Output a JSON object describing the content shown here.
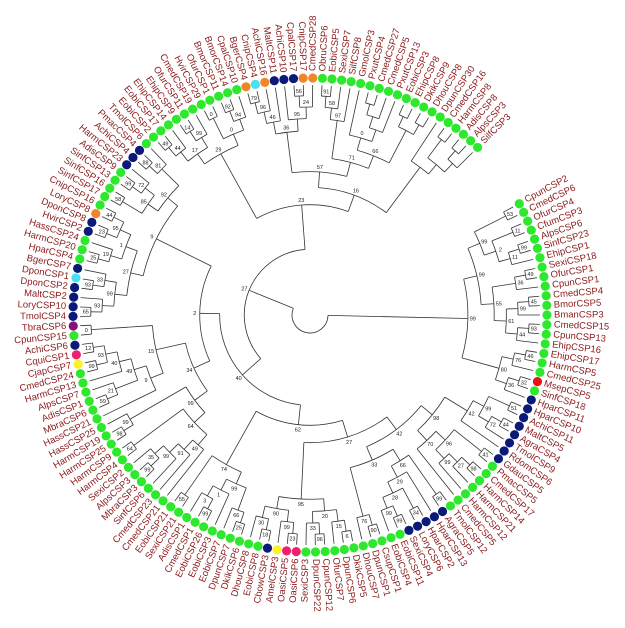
{
  "diagram": {
    "type": "circular-phylogenetic-tree",
    "palette": {
      "g": "#2ee82e",
      "n": "#0b1a78",
      "o": "#f0862a",
      "c": "#46e2f2",
      "p": "#f02070",
      "y": "#fff028",
      "u": "#84107e",
      "r": "#e81414"
    },
    "label_color": "#8b1a1a",
    "leaves": [
      {
        "label": "CpunCSP2",
        "color": "g"
      },
      {
        "label": "CmedCSP6",
        "color": "g"
      },
      {
        "label": "OfurCSP4",
        "color": "g"
      },
      {
        "label": "CfumCSP3",
        "color": "g"
      },
      {
        "label": "AlpsCSP6",
        "color": "g"
      },
      {
        "label": "SinfCSP23",
        "color": "g"
      },
      {
        "label": "EhipCSP1",
        "color": "g"
      },
      {
        "label": "SexiCSP18",
        "color": "g"
      },
      {
        "label": "OfurCSP1",
        "color": "g"
      },
      {
        "label": "CpunCSP1",
        "color": "g"
      },
      {
        "label": "CmedCSP4",
        "color": "g"
      },
      {
        "label": "BmorCSP5",
        "color": "g"
      },
      {
        "label": "BmanCSP3",
        "color": "g"
      },
      {
        "label": "CmedCSP15",
        "color": "g"
      },
      {
        "label": "CpunCSP13",
        "color": "g"
      },
      {
        "label": "EhipCSP16",
        "color": "g"
      },
      {
        "label": "EhipCSP17",
        "color": "g"
      },
      {
        "label": "HarmCSP5",
        "color": "g"
      },
      {
        "label": "CmedCSP25",
        "color": "g"
      },
      {
        "label": "MsepCSP5",
        "color": "r"
      },
      {
        "label": "SinfCSP18",
        "color": "g"
      },
      {
        "label": "HparCSP11",
        "color": "n"
      },
      {
        "label": "HparCSP10",
        "color": "n"
      },
      {
        "label": "AchiCSP11",
        "color": "n"
      },
      {
        "label": "MaltCSP5",
        "color": "n"
      },
      {
        "label": "AgraCSP4",
        "color": "n"
      },
      {
        "label": "TmolCSP9",
        "color": "n"
      },
      {
        "label": "RdomCSP6",
        "color": "n"
      },
      {
        "label": "GdauCSP5",
        "color": "n"
      },
      {
        "label": "PmacCSP5",
        "color": "g"
      },
      {
        "label": "CmedCSP17",
        "color": "g"
      },
      {
        "label": "HarmCSP14",
        "color": "g"
      },
      {
        "label": "HarmCSP21",
        "color": "g"
      },
      {
        "label": "HarmCSP12",
        "color": "g"
      },
      {
        "label": "CmedCSP5",
        "color": "g"
      },
      {
        "label": "TmolCSP12",
        "color": "g"
      },
      {
        "label": "AgraCSP5",
        "color": "n"
      },
      {
        "label": "HparCSP13",
        "color": "n"
      },
      {
        "label": "HparCSP2",
        "color": "n"
      },
      {
        "label": "LoryCSP6",
        "color": "n"
      },
      {
        "label": "SexiCSP4",
        "color": "n"
      },
      {
        "label": "EobiCSP11",
        "color": "g"
      },
      {
        "label": "EobiCSP4",
        "color": "g"
      },
      {
        "label": "CsupCSP1",
        "color": "g"
      },
      {
        "label": "DpunCSP1",
        "color": "g"
      },
      {
        "label": "DhouCSP7",
        "color": "g"
      },
      {
        "label": "DkikCSP5",
        "color": "g"
      },
      {
        "label": "DpunCSP6",
        "color": "g"
      },
      {
        "label": "OfurCSP7",
        "color": "g"
      },
      {
        "label": "CpunCSP12",
        "color": "g"
      },
      {
        "label": "DpunCSP22",
        "color": "g"
      },
      {
        "label": "SexiCSP3",
        "color": "g"
      },
      {
        "label": "OasiCSP6",
        "color": "p"
      },
      {
        "label": "OasiCSP5",
        "color": "p"
      },
      {
        "label": "AmelCSP3",
        "color": "y"
      },
      {
        "label": "CbowCSP3",
        "color": "n"
      },
      {
        "label": "EobiCSP8",
        "color": "g"
      },
      {
        "label": "DhouCSP8",
        "color": "g"
      },
      {
        "label": "DkikCSP6",
        "color": "g"
      },
      {
        "label": "DpunCSP7",
        "color": "g"
      },
      {
        "label": "EobiCSP7",
        "color": "g"
      },
      {
        "label": "EobiCSP3",
        "color": "g"
      },
      {
        "label": "EobiCSP26",
        "color": "g"
      },
      {
        "label": "CmedCSP1",
        "color": "g"
      },
      {
        "label": "AdisCSP1",
        "color": "g"
      },
      {
        "label": "SexiCSP21",
        "color": "g"
      },
      {
        "label": "EobiCSP21",
        "color": "g"
      },
      {
        "label": "CmedCSP21",
        "color": "g"
      },
      {
        "label": "CmedCSP23",
        "color": "g"
      },
      {
        "label": "SinfCSP6",
        "color": "g"
      },
      {
        "label": "MbraCSP3",
        "color": "g"
      },
      {
        "label": "AlpsCSP3",
        "color": "g"
      },
      {
        "label": "SexiCSP2",
        "color": "g"
      },
      {
        "label": "HarmCSP4",
        "color": "g"
      },
      {
        "label": "HarmCSP9",
        "color": "g"
      },
      {
        "label": "HarmCSP25",
        "color": "g"
      },
      {
        "label": "HarmCSP19",
        "color": "g"
      },
      {
        "label": "HassCSP25",
        "color": "g"
      },
      {
        "label": "HassCSP21",
        "color": "g"
      },
      {
        "label": "MbraCSP6",
        "color": "g"
      },
      {
        "label": "AdisCSP1",
        "color": "g"
      },
      {
        "label": "AlpsCSP7",
        "color": "g"
      },
      {
        "label": "HarmCSP13",
        "color": "g"
      },
      {
        "label": "CmedCSP24",
        "color": "g"
      },
      {
        "label": "CjapCSP7",
        "color": "y"
      },
      {
        "label": "CquiCSP1",
        "color": "p"
      },
      {
        "label": "AchiCSP6",
        "color": "n"
      },
      {
        "label": "CpunCSP15",
        "color": "g"
      },
      {
        "label": "TbraCSP6",
        "color": "u"
      },
      {
        "label": "TmolCSP4",
        "color": "n"
      },
      {
        "label": "LoryCSP10",
        "color": "n"
      },
      {
        "label": "MaltCSP2",
        "color": "n"
      },
      {
        "label": "DponCSP2",
        "color": "n"
      },
      {
        "label": "DponCSP1",
        "color": "c"
      },
      {
        "label": "BgerCSP7",
        "color": "n"
      },
      {
        "label": "HparCSP4",
        "color": "g"
      },
      {
        "label": "HarmCSP20",
        "color": "g"
      },
      {
        "label": "HassCSP24",
        "color": "g"
      },
      {
        "label": "HvirCSP2",
        "color": "n"
      },
      {
        "label": "DponCSP8",
        "color": "n"
      },
      {
        "label": "LoryCSP8",
        "color": "o"
      },
      {
        "label": "CnipCSP16",
        "color": "g"
      },
      {
        "label": "SinfCSP17",
        "color": "g"
      },
      {
        "label": "SinfCSP16",
        "color": "g"
      },
      {
        "label": "SinfCSP13",
        "color": "g"
      },
      {
        "label": "AdisCSP9",
        "color": "g"
      },
      {
        "label": "HarmCSP23",
        "color": "n"
      },
      {
        "label": "AchiCSP4",
        "color": "n"
      },
      {
        "label": "PmacCSP4",
        "color": "n"
      },
      {
        "label": "TmolCSP6",
        "color": "g"
      },
      {
        "label": "EobiCSP2",
        "color": "g"
      },
      {
        "label": "EobiCSP17",
        "color": "g"
      },
      {
        "label": "EhipCSP14",
        "color": "g"
      },
      {
        "label": "EhipCSP9",
        "color": "g"
      },
      {
        "label": "OfurCSP11",
        "color": "g"
      },
      {
        "label": "CmedCSP19",
        "color": "g"
      },
      {
        "label": "HvirCSP29",
        "color": "g"
      },
      {
        "label": "OfurCSP1",
        "color": "g"
      },
      {
        "label": "BmorCSP11",
        "color": "g"
      },
      {
        "label": "BmorCSP14",
        "color": "g"
      },
      {
        "label": "CpalCSP10",
        "color": "g"
      },
      {
        "label": "BgerCSP4",
        "color": "o"
      },
      {
        "label": "CnipCSP4",
        "color": "c"
      },
      {
        "label": "AchiCSP16",
        "color": "o"
      },
      {
        "label": "MaltCSP11",
        "color": "n"
      },
      {
        "label": "AchiCSP10",
        "color": "n"
      },
      {
        "label": "CpalCSP17",
        "color": "n"
      },
      {
        "label": "CnipCSP17",
        "color": "o"
      },
      {
        "label": "CmedCSP28",
        "color": "o"
      },
      {
        "label": "ObruCSP6",
        "color": "g"
      },
      {
        "label": "EobiCSP5",
        "color": "g"
      },
      {
        "label": "SexiCSP7",
        "color": "g"
      },
      {
        "label": "SilfCSP8",
        "color": "g"
      },
      {
        "label": "GmolCSP3",
        "color": "g"
      },
      {
        "label": "PxutCSP4",
        "color": "g"
      },
      {
        "label": "CmedCSP27",
        "color": "g"
      },
      {
        "label": "CmedCSP5",
        "color": "g"
      },
      {
        "label": "PxutCSP13",
        "color": "g"
      },
      {
        "label": "EobiCSP3",
        "color": "g"
      },
      {
        "label": "EhipCSP8",
        "color": "g"
      },
      {
        "label": "DkikCSP9",
        "color": "g"
      },
      {
        "label": "DhouCSP8",
        "color": "g"
      },
      {
        "label": "DpunCSP30",
        "color": "g"
      },
      {
        "label": "CmedCSP16",
        "color": "g"
      },
      {
        "label": "HarmCSP8",
        "color": "g"
      },
      {
        "label": "AdisCSP8",
        "color": "g"
      },
      {
        "label": "AlpsCSP3",
        "color": "g"
      },
      {
        "label": "SilfCSP3",
        "color": "g"
      }
    ],
    "bootstrap_values": [
      "99",
      "99",
      "99",
      "53",
      "2",
      "11",
      "11",
      "99",
      "55",
      "36",
      "49",
      "61",
      "99",
      "45",
      "44",
      "93",
      "80",
      "76",
      "46",
      "36",
      "32",
      "27",
      "40",
      "62",
      "27",
      "42",
      "98",
      "42",
      "99",
      "51",
      "72",
      "44",
      "70",
      "96",
      "41",
      "99",
      "27",
      "98",
      "33",
      "66",
      "99",
      "29",
      "28",
      "34",
      "99",
      "99",
      "76",
      "90",
      "95",
      "20",
      "15",
      "6",
      "33",
      "96",
      "90",
      "99",
      "23",
      "30",
      "18",
      "74",
      "99",
      "66",
      "25",
      "1",
      "3",
      "99",
      "55",
      "2",
      "34",
      "99",
      "64",
      "49",
      "91",
      "99",
      "35",
      "99",
      "64",
      "99",
      "98",
      "15",
      "9",
      "49",
      "21",
      "59",
      "40",
      "93",
      "99",
      "12",
      "0",
      "9",
      "27",
      "99",
      "93",
      "65",
      "33",
      "93",
      "1",
      "19",
      "25",
      "95",
      "23",
      "44",
      "92",
      "85",
      "58",
      "72",
      "99",
      "81",
      "88",
      "23",
      "29",
      "17",
      "44",
      "49",
      "99",
      "14",
      "0",
      "0",
      "94",
      "92",
      "16",
      "57",
      "36",
      "46",
      "96",
      "79",
      "95",
      "24",
      "56",
      "71",
      "97",
      "58",
      "91",
      "66",
      "0"
    ]
  }
}
